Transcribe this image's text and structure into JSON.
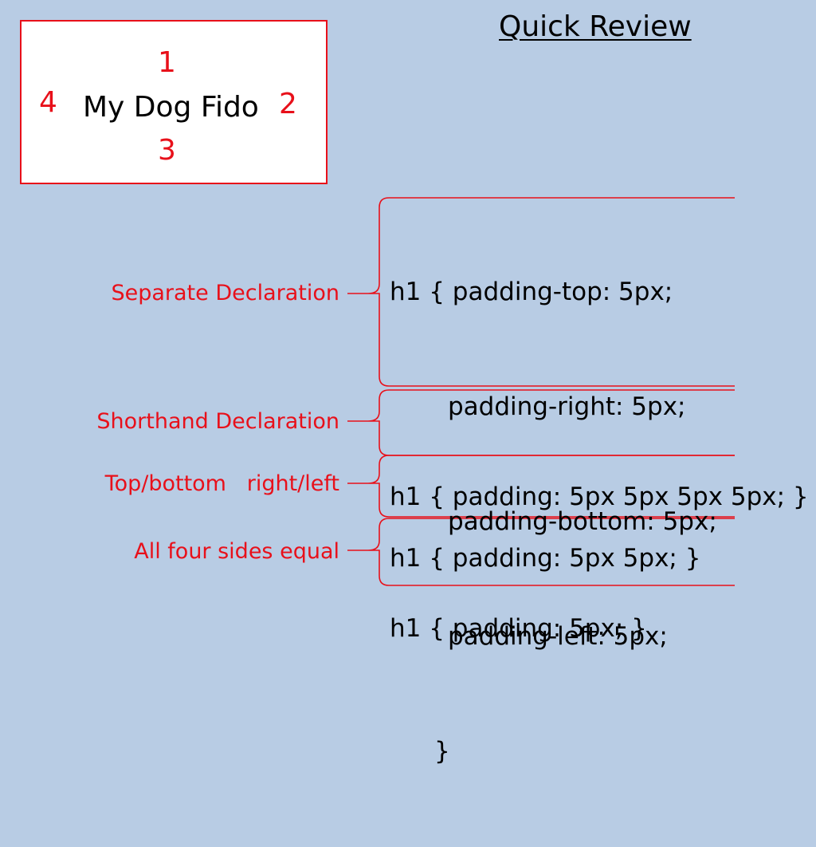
{
  "slide": {
    "title": "Quick Review",
    "diagram": {
      "content": "My Dog Fido",
      "top_num": "1",
      "right_num": "2",
      "bottom_num": "3",
      "left_num": "4"
    },
    "sections": [
      {
        "label": "Separate Declaration",
        "code": [
          "h1 { padding-top: 5px;",
          "padding-right: 5px;",
          "padding-bottom: 5px;",
          "padding-left: 5px;",
          "}"
        ]
      },
      {
        "label": "Shorthand Declaration",
        "code": [
          "h1 { padding: 5px 5px 5px 5px; }"
        ]
      },
      {
        "label": "Top/bottom   right/left",
        "code": [
          "h1 { padding: 5px 5px; }"
        ]
      },
      {
        "label": "All four sides equal",
        "code": [
          "h1 { padding: 5px; }"
        ]
      }
    ],
    "colors": {
      "background": "#b8cce4",
      "accent": "#e8101a",
      "text": "#000000"
    }
  }
}
